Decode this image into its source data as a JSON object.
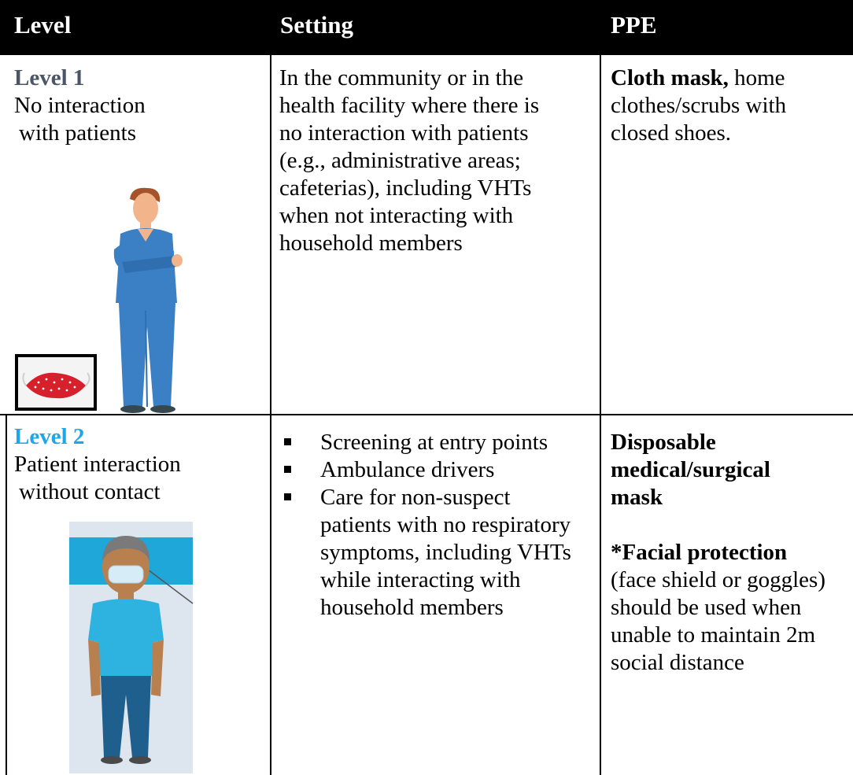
{
  "header": {
    "level": "Level",
    "setting": "Setting",
    "ppe": "PPE"
  },
  "rows": [
    {
      "level_title": "Level 1",
      "level_desc_lines": [
        "No interaction",
        "with patients"
      ],
      "setting_lines": [
        "In the community or in the",
        "health facility where there is",
        "no interaction with patients",
        "(e.g., administrative areas;",
        "cafeterias), including VHTs",
        "when not interacting with",
        "household members"
      ],
      "ppe_bold": "Cloth mask,",
      "ppe_rest_first": " home",
      "ppe_lines": [
        "clothes/scrubs with",
        "closed shoes."
      ],
      "illustration": "health-worker-arms-crossed",
      "inset": "cloth-mask-icon"
    },
    {
      "level_title": "Level 2",
      "level_desc_lines": [
        "Patient interaction",
        "without contact"
      ],
      "setting_bullets": [
        [
          "Screening at entry points"
        ],
        [
          "Ambulance drivers"
        ],
        [
          "Care for non-suspect",
          "patients with no respiratory",
          "symptoms, including VHTs",
          "while interacting with",
          "household members"
        ]
      ],
      "ppe_bold_lines": [
        "Disposable",
        "medical/surgical",
        "mask"
      ],
      "ppe_bold2": "*Facial protection",
      "ppe_lines": [
        "(face shield or goggles)",
        "should be used when",
        "unable to maintain 2m",
        "social distance"
      ],
      "illustration": "masked-health-worker"
    }
  ],
  "colors": {
    "header_bg": "#000000",
    "level1": "#4a5568",
    "level2": "#1ea7e6"
  }
}
